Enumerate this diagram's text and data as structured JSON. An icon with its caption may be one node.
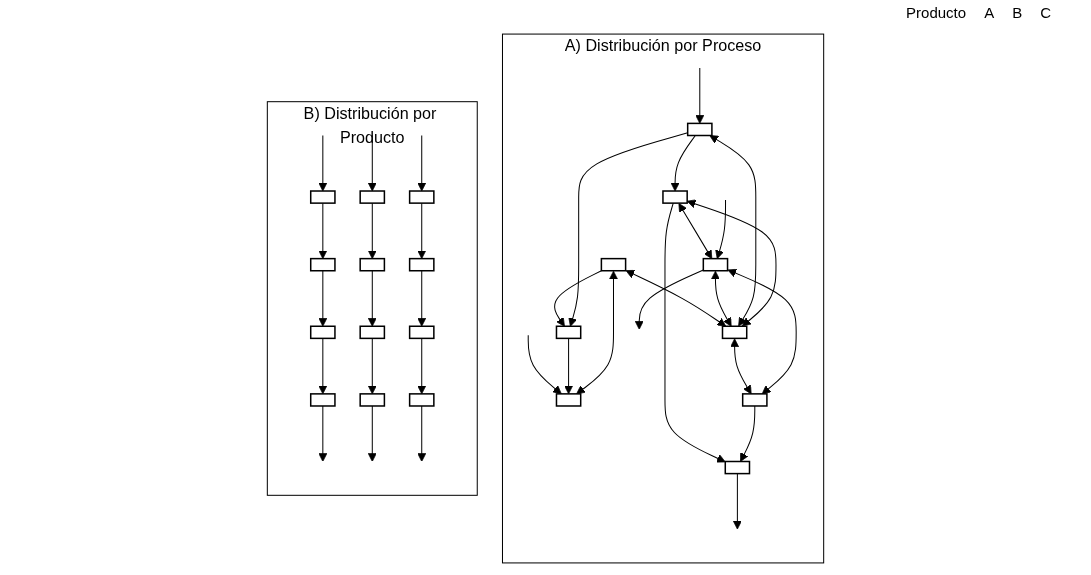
{
  "diagram": {
    "nodes": [
      {
        "text": [
          "A) Distribución por Proceso"
        ]
      },
      {
        "text": [],
        "shape": "box",
        "in": 0
      },
      {
        "text": [],
        "shape": "box",
        "in": 0
      },
      {
        "text": [],
        "shape": "box",
        "in": 0
      },
      {
        "text": [],
        "shape": "box",
        "in": 0
      },
      {
        "text": [],
        "shape": "box",
        "in": 0
      },
      {
        "text": [],
        "shape": "box",
        "in": 0
      },
      {
        "text": [],
        "shape": "box",
        "in": 0
      },
      {
        "text": [],
        "shape": "box",
        "in": 0
      },
      {
        "text": [],
        "shape": "box",
        "in": 0
      },
      {
        "text": [
          "B) Distribución por Producto"
        ]
      },
      {
        "text": [],
        "shape": "box",
        "in": 10
      },
      {
        "text": [],
        "shape": "box",
        "in": 10
      },
      {
        "text": [],
        "shape": "box",
        "in": 10
      },
      {
        "text": [],
        "shape": "box",
        "in": 10
      },
      {
        "text": [],
        "shape": "box",
        "in": 10
      },
      {
        "text": [],
        "shape": "box",
        "in": 10
      },
      {
        "text": [],
        "shape": "box",
        "in": 10
      },
      {
        "text": [],
        "shape": "box",
        "in": 10
      },
      {
        "text": [],
        "shape": "box",
        "in": 10
      },
      {
        "text": [],
        "shape": "box",
        "in": 10
      },
      {
        "text": [],
        "shape": "box",
        "in": 10
      },
      {
        "text": [],
        "shape": "box",
        "in": 10
      }
    ],
    "edges": [
      {
        "from": null,
        "to": 2,
        "arrow": "to"
      },
      {
        "from": null,
        "to": 3,
        "arrow": "to"
      },
      {
        "from": 1,
        "to": 2,
        "arrow": "to"
      },
      {
        "from": 4,
        "to": 1,
        "arrow": "to"
      },
      {
        "from": 4,
        "to": 2,
        "arrow": "both"
      },
      {
        "from": 3,
        "to": 1,
        "arrow": "to"
      },
      {
        "from": 5,
        "to": 3,
        "arrow": "both"
      },
      {
        "from": 3,
        "to": 6,
        "arrow": "to"
      },
      {
        "from": 4,
        "to": 5,
        "arrow": "both"
      },
      {
        "from": 5,
        "to": 6,
        "arrow": "both"
      },
      {
        "from": 7,
        "to": 5,
        "arrow": "both"
      },
      {
        "from": 5,
        "to": 8,
        "arrow": "both"
      },
      {
        "from": 6,
        "to": 7,
        "arrow": "both"
      },
      {
        "from": null,
        "to": 7,
        "arrow": "to"
      },
      {
        "from": 6,
        "to": 9,
        "arrow": "to"
      },
      {
        "from": 7,
        "to": 8,
        "arrow": "both"
      },
      {
        "from": 8,
        "to": 9,
        "arrow": "to"
      },
      {
        "from": 7,
        "to": null,
        "arrow": "to"
      },
      {
        "from": 9,
        "to": null,
        "arrow": "to"
      },
      {
        "from": null,
        "to": 11,
        "arrow": "to"
      },
      {
        "from": null,
        "to": 12,
        "arrow": "to"
      },
      {
        "from": null,
        "to": 13,
        "arrow": "to"
      },
      {
        "from": 11,
        "to": 14,
        "arrow": "to"
      },
      {
        "from": 12,
        "to": 15,
        "arrow": "to"
      },
      {
        "from": 13,
        "to": 16,
        "arrow": "to"
      },
      {
        "from": 14,
        "to": 17,
        "arrow": "to"
      },
      {
        "from": 15,
        "to": 18,
        "arrow": "to"
      },
      {
        "from": 16,
        "to": 19,
        "arrow": "to"
      },
      {
        "from": 17,
        "to": 20,
        "arrow": "to"
      },
      {
        "from": 18,
        "to": 21,
        "arrow": "to"
      },
      {
        "from": 19,
        "to": 22,
        "arrow": "to"
      },
      {
        "from": 20,
        "to": null,
        "arrow": "to"
      },
      {
        "from": 21,
        "to": null,
        "arrow": "to"
      },
      {
        "from": 22,
        "to": null,
        "arrow": "to"
      }
    ],
    "labels": [
      "Producto",
      "A",
      "B",
      "C"
    ]
  }
}
